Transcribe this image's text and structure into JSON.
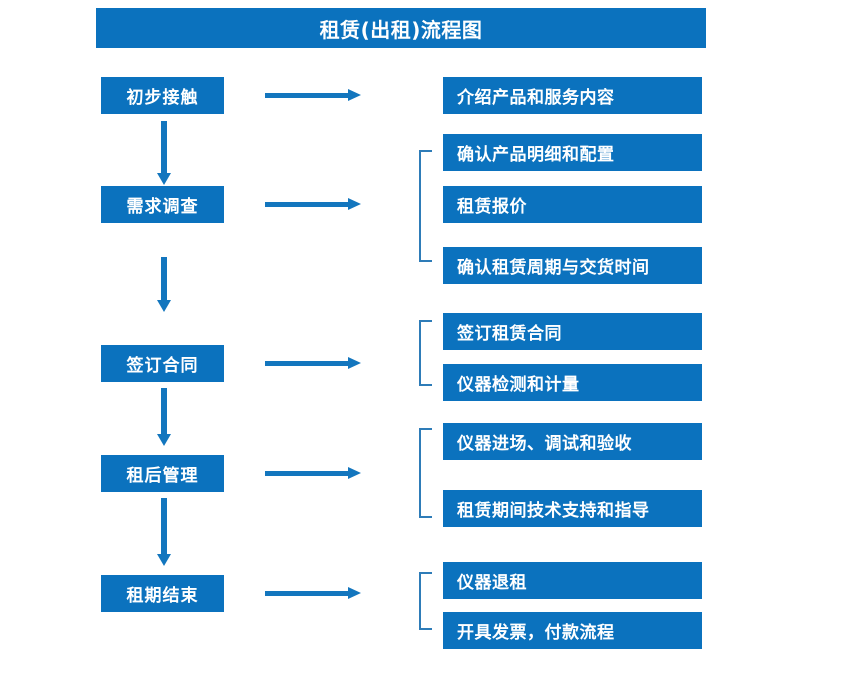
{
  "title": {
    "text": "租赁(出租)流程图"
  },
  "colors": {
    "brand_blue": "#0B72BE",
    "arrow_blue": "#1376BE",
    "bracket_blue": "#2E7CB8",
    "box_text": "#FFFFFF",
    "background": "#FFFFFF"
  },
  "stages": [
    {
      "label": "初步接触"
    },
    {
      "label": "需求调查"
    },
    {
      "label": "签订合同"
    },
    {
      "label": "租后管理"
    },
    {
      "label": "租期结束"
    }
  ],
  "details": [
    {
      "label": "介绍产品和服务内容"
    },
    {
      "label": "确认产品明细和配置"
    },
    {
      "label": "租赁报价"
    },
    {
      "label": "确认租赁周期与交货时间"
    },
    {
      "label": "签订租赁合同"
    },
    {
      "label": "仪器检测和计量"
    },
    {
      "label": "仪器进场、调试和验收"
    },
    {
      "label": "租赁期间技术支持和指导"
    },
    {
      "label": "仪器退租"
    },
    {
      "label": "开具发票，付款流程"
    }
  ]
}
